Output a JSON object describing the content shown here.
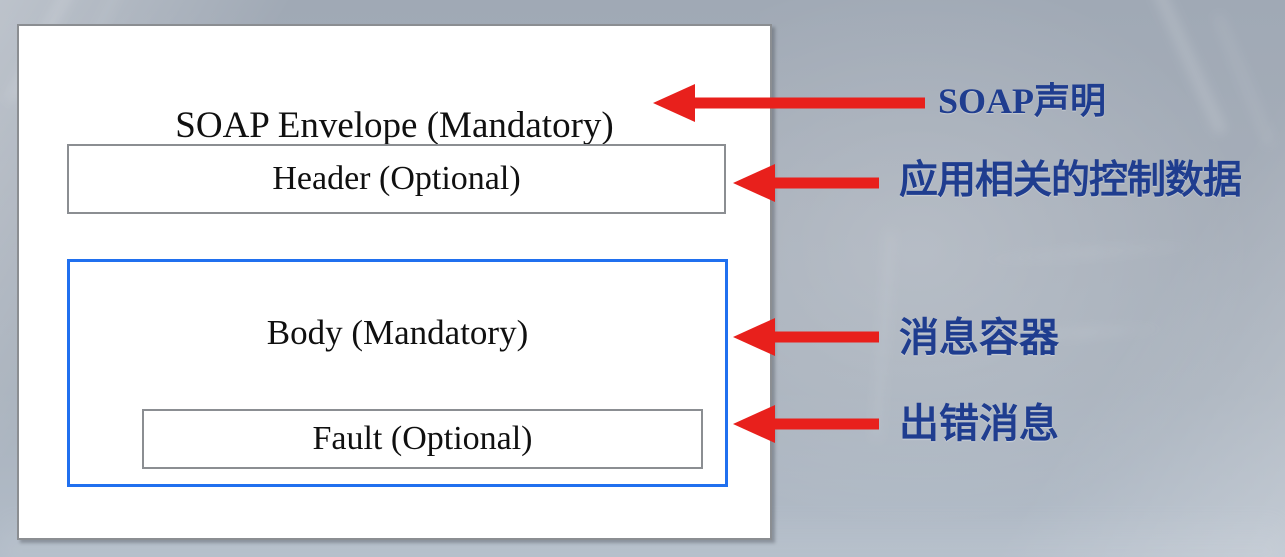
{
  "background": {
    "base_color": "#a6aeb9",
    "description": "blurred gray-blue photographic backdrop"
  },
  "diagram": {
    "type": "nested-box-structure",
    "card": {
      "background": "#ffffff",
      "border_color": "#8b8e92"
    },
    "envelope": {
      "label": "SOAP Envelope (Mandatory)",
      "border_color": "#8b8e92"
    },
    "header": {
      "label": "Header (Optional)",
      "border_color": "#8b8e92"
    },
    "body": {
      "label": "Body (Mandatory)",
      "border_color": "#2070ef"
    },
    "fault": {
      "label": "Fault (Optional)",
      "border_color": "#8b8e92"
    }
  },
  "arrows": {
    "color": "#e8201c",
    "direction": "points-left",
    "count": 4
  },
  "annotations": {
    "accent_color": "#1f3d8f",
    "items": [
      {
        "latin": "SOAP",
        "cjk": "声明",
        "target": "SOAP Envelope (Mandatory)"
      },
      {
        "latin": "",
        "cjk": "应用相关的控制数据",
        "target": "Header (Optional)"
      },
      {
        "latin": "",
        "cjk": "消息容器",
        "target": "Body (Mandatory)"
      },
      {
        "latin": "",
        "cjk": "出错消息",
        "target": "Fault (Optional)"
      }
    ]
  }
}
